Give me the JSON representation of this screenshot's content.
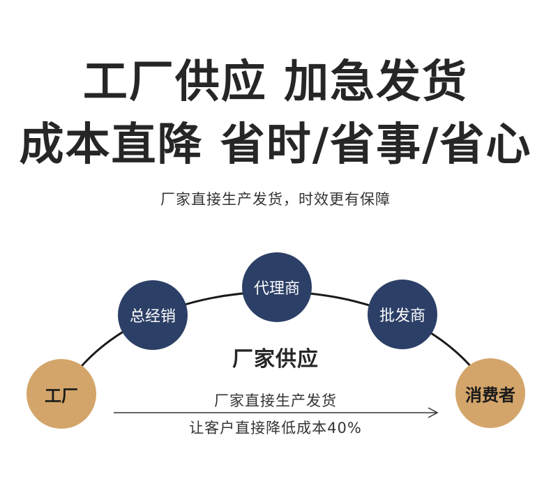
{
  "headline": {
    "line1": "工厂供应 加急发货",
    "line2": "成本直降 省时/省事/省心"
  },
  "subtitle": "厂家直接生产发货，时效更有保障",
  "chain": {
    "factory": "工厂",
    "distributor": "总经销",
    "agent": "代理商",
    "wholesaler": "批发商",
    "consumer": "消费者"
  },
  "center_title": "厂家供应",
  "arrow": {
    "top_text": "厂家直接生产发货",
    "bottom_text": "让客户直接降低成本40%"
  },
  "colors": {
    "navy": "#2c3f66",
    "tan": "#d3a56a",
    "text_dark": "#262626"
  }
}
